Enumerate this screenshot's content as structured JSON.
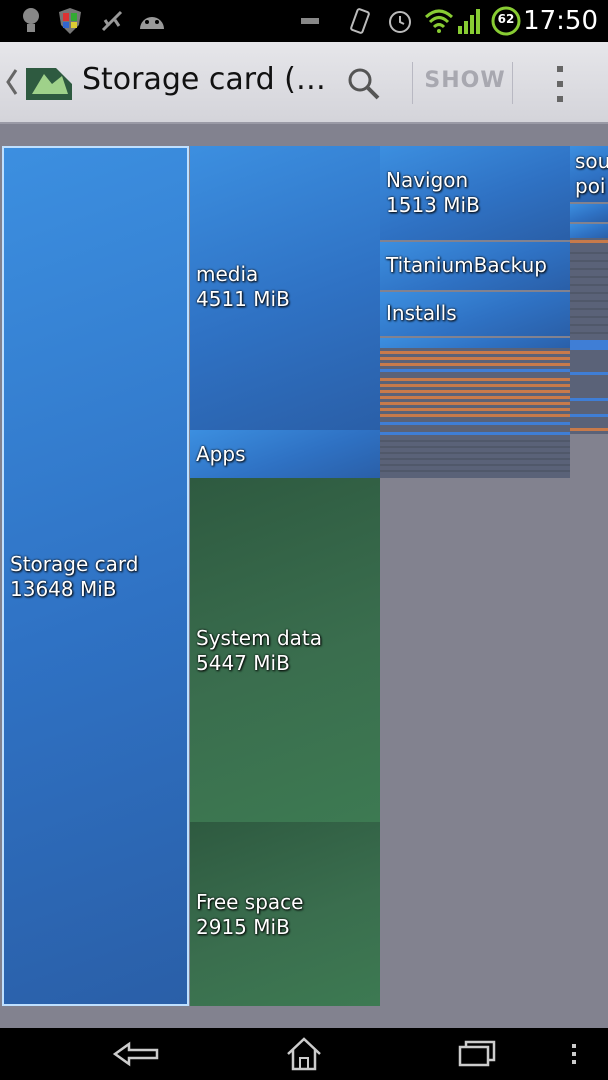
{
  "status_bar": {
    "time": "17:50",
    "battery_level": "62",
    "icons": [
      "bulb-icon",
      "shield-icon",
      "usb-icon",
      "android-icon",
      "keyboard-icon",
      "vibrate-icon",
      "alarm-icon",
      "wifi-icon",
      "signal-icon",
      "battery-icon"
    ]
  },
  "action_bar": {
    "title": "Storage card (…",
    "show_label": "SHOW",
    "icons": [
      "back-caret-icon",
      "app-logo-icon",
      "search-icon",
      "overflow-menu-icon"
    ]
  },
  "tree": {
    "root": {
      "name": "Storage card",
      "size": "13648 MiB"
    },
    "level1": [
      {
        "name": "media",
        "size": "4511 MiB"
      },
      {
        "name": "Apps",
        "size": ""
      },
      {
        "name": "System data",
        "size": "5447 MiB"
      },
      {
        "name": "Free space",
        "size": "2915 MiB"
      }
    ],
    "level2": [
      {
        "name": "Navigon",
        "size": "1513 MiB"
      },
      {
        "name": "TitaniumBackup",
        "size": ""
      },
      {
        "name": "Installs",
        "size": ""
      }
    ],
    "level3": [
      {
        "name": "sou",
        "size": ""
      },
      {
        "name": "poi",
        "size": ""
      }
    ]
  },
  "colors": {
    "blue": "#3578d0",
    "green": "#3a6e4e",
    "background": "#82828f",
    "orange_stripe": "#c87a4a"
  },
  "nav_bar": {
    "icons": [
      "back-icon",
      "home-icon",
      "recent-apps-icon",
      "menu-dots-icon"
    ]
  }
}
